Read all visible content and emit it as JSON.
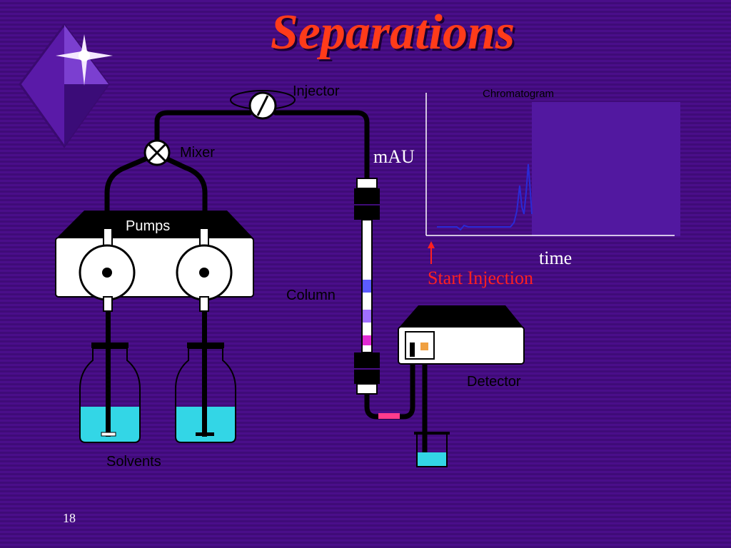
{
  "slide": {
    "title": "Separations",
    "page_number": "18"
  },
  "labels": {
    "injector": "Injector",
    "mixer": "Mixer",
    "pumps": "Pumps",
    "column": "Column",
    "detector": "Detector",
    "solvents": "Solvents"
  },
  "chromatogram": {
    "title": "Chromatogram",
    "y_axis_label": "mAU",
    "x_axis_label": "time",
    "start_label": "Start Injection"
  },
  "colors": {
    "background": "#4a0e8a",
    "title": "#ff3b1a",
    "solvent": "#33d6e6",
    "trace": "#2a2ad6",
    "start_arrow": "#ff2020"
  }
}
